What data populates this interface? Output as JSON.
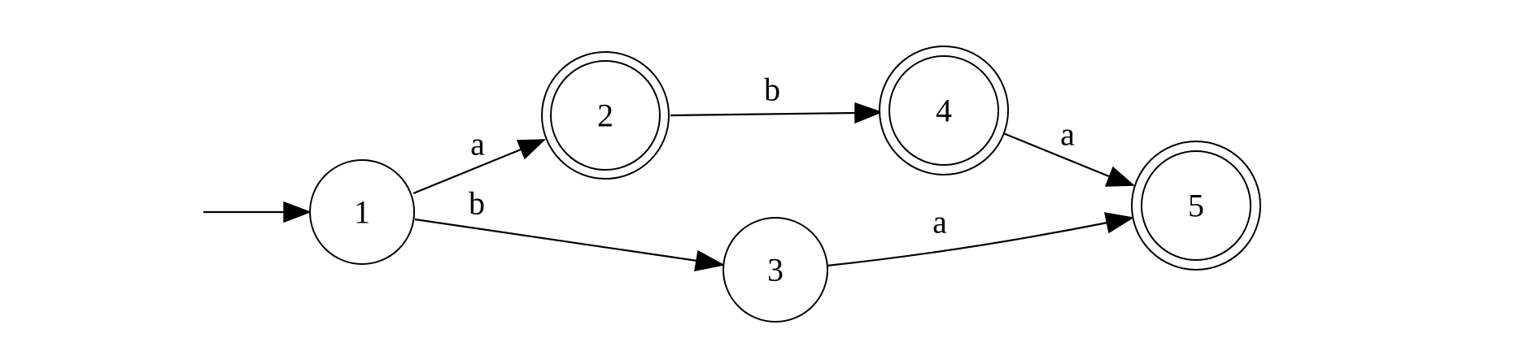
{
  "diagram": {
    "type": "finite-automaton",
    "start_state": "1",
    "states": [
      {
        "id": "1",
        "label": "1",
        "accepting": false
      },
      {
        "id": "2",
        "label": "2",
        "accepting": true
      },
      {
        "id": "3",
        "label": "3",
        "accepting": false
      },
      {
        "id": "4",
        "label": "4",
        "accepting": true
      },
      {
        "id": "5",
        "label": "5",
        "accepting": true
      }
    ],
    "transitions": [
      {
        "from": "1",
        "to": "2",
        "label": "a"
      },
      {
        "from": "1",
        "to": "3",
        "label": "b"
      },
      {
        "from": "2",
        "to": "4",
        "label": "b"
      },
      {
        "from": "3",
        "to": "5",
        "label": "a"
      },
      {
        "from": "4",
        "to": "5",
        "label": "a"
      }
    ],
    "colors": {
      "stroke": "#000000",
      "fill": "#ffffff",
      "background": "#ffffff"
    }
  }
}
